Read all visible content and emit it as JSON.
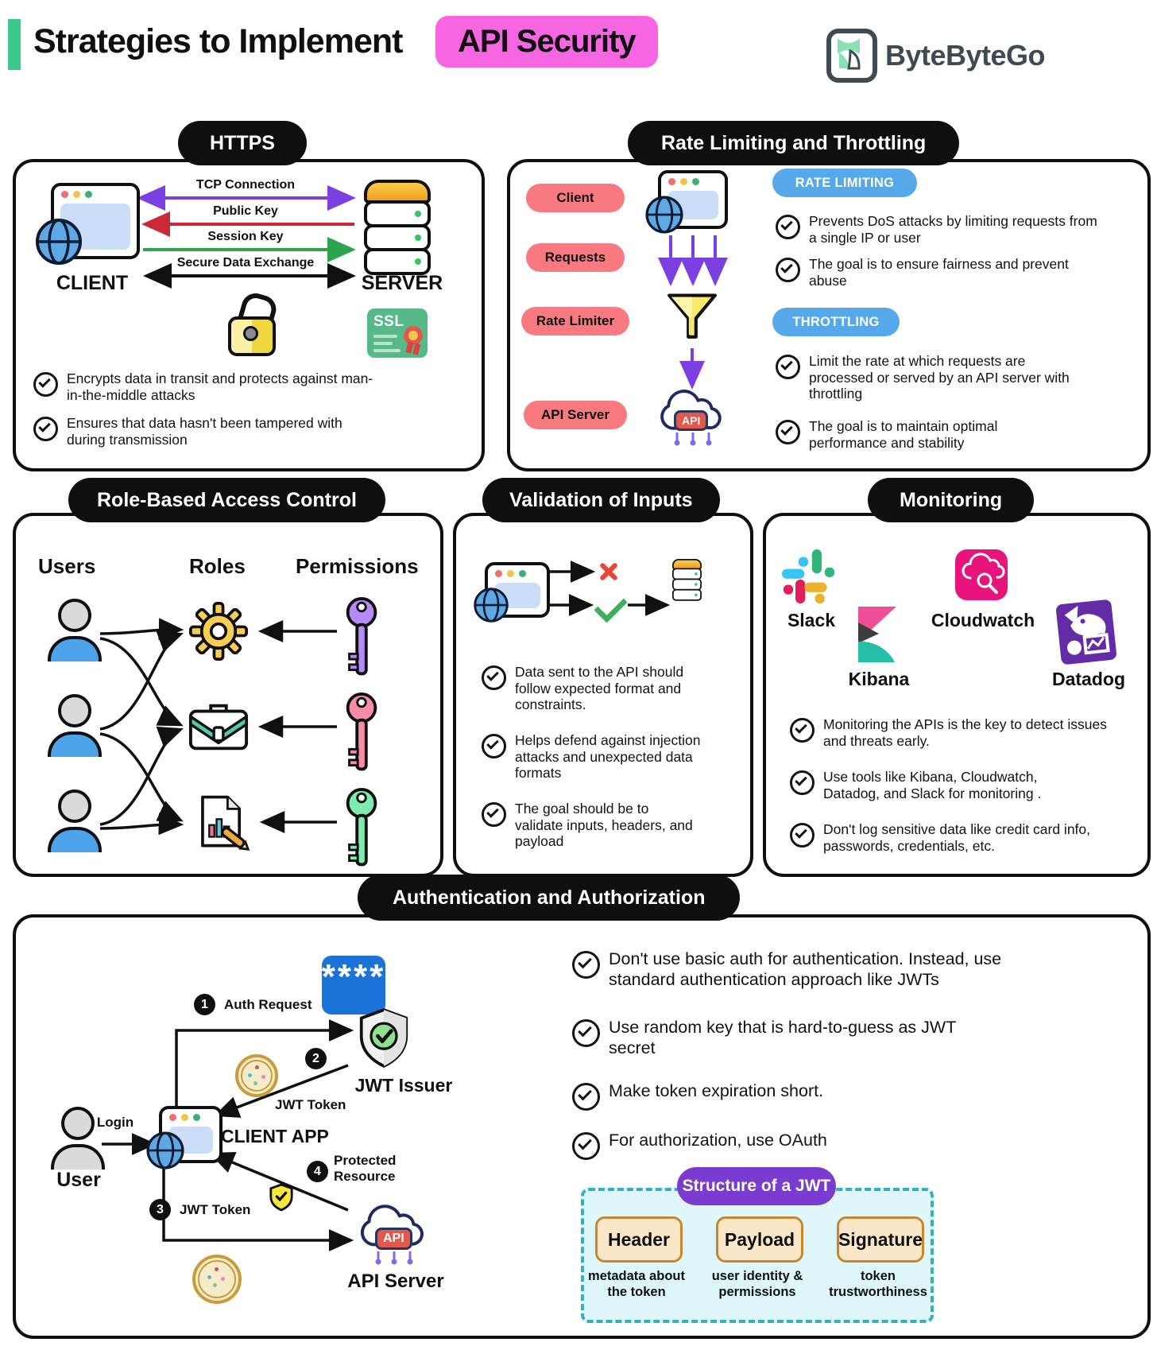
{
  "header": {
    "title": "Strategies to Implement",
    "highlight": "API Security",
    "brand": "ByteByteGo"
  },
  "panels": {
    "https": {
      "title": "HTTPS",
      "client": "CLIENT",
      "server": "SERVER",
      "arrow_labels": [
        "TCP Connection",
        "Public Key",
        "Session Key",
        "Secure Data Exchange"
      ],
      "ssl": "SSL",
      "bullets": [
        "Encrypts data in transit and protects against man-in-the-middle attacks",
        "Ensures that data hasn't been tampered with during transmission"
      ]
    },
    "rate": {
      "title": "Rate Limiting and Throttling",
      "flow_pills": [
        "Client",
        "Requests",
        "Rate Limiter",
        "API Server"
      ],
      "api_badge": "API",
      "rate_limiting": {
        "label": "RATE LIMITING",
        "bullets": [
          "Prevents DoS attacks by limiting requests from a single IP or user",
          "The goal is to ensure fairness and prevent abuse"
        ]
      },
      "throttling": {
        "label": "THROTTLING",
        "bullets": [
          "Limit the rate at which requests are processed or served by an API server with throttling",
          "The goal is to maintain optimal performance and stability"
        ]
      }
    },
    "rbac": {
      "title": "Role-Based Access Control",
      "columns": [
        "Users",
        "Roles",
        "Permissions"
      ]
    },
    "validation": {
      "title": "Validation of Inputs",
      "bullets": [
        "Data sent to the API should follow expected format and constraints.",
        "Helps defend against injection attacks and unexpected data formats",
        "The goal should be to validate inputs, headers, and payload"
      ]
    },
    "monitoring": {
      "title": "Monitoring",
      "tools": [
        "Slack",
        "Kibana",
        "Cloudwatch",
        "Datadog"
      ],
      "bullets": [
        "Monitoring the APIs is the key to detect issues and threats early.",
        "Use tools like Kibana, Cloudwatch, Datadog, and Slack for monitoring .",
        "Don't log sensitive data like credit card info, passwords, credentials, etc."
      ]
    },
    "auth": {
      "title": "Authentication and Authorization",
      "user": "User",
      "login": "Login",
      "client_app": "CLIENT APP",
      "jwt_issuer": "JWT Issuer",
      "api_server": "API Server",
      "api_badge": "API",
      "password": "****",
      "steps": [
        {
          "num": "1",
          "label": "Auth Request"
        },
        {
          "num": "2",
          "label": "JWT Token"
        },
        {
          "num": "3",
          "label": "JWT Token"
        },
        {
          "num": "4",
          "label": "Protected Resource"
        }
      ],
      "bullets": [
        "Don't use basic auth for authentication. Instead, use standard authentication approach like JWTs",
        "Use random key that is hard-to-guess as JWT secret",
        "Make token expiration short.",
        "For authorization, use OAuth"
      ],
      "jwt": {
        "title": "Structure of a JWT",
        "parts": [
          {
            "name": "Header",
            "desc": "metadata about the token"
          },
          {
            "name": "Payload",
            "desc": "user identity & permissions"
          },
          {
            "name": "Signature",
            "desc": "token trustworthiness"
          }
        ]
      }
    }
  }
}
